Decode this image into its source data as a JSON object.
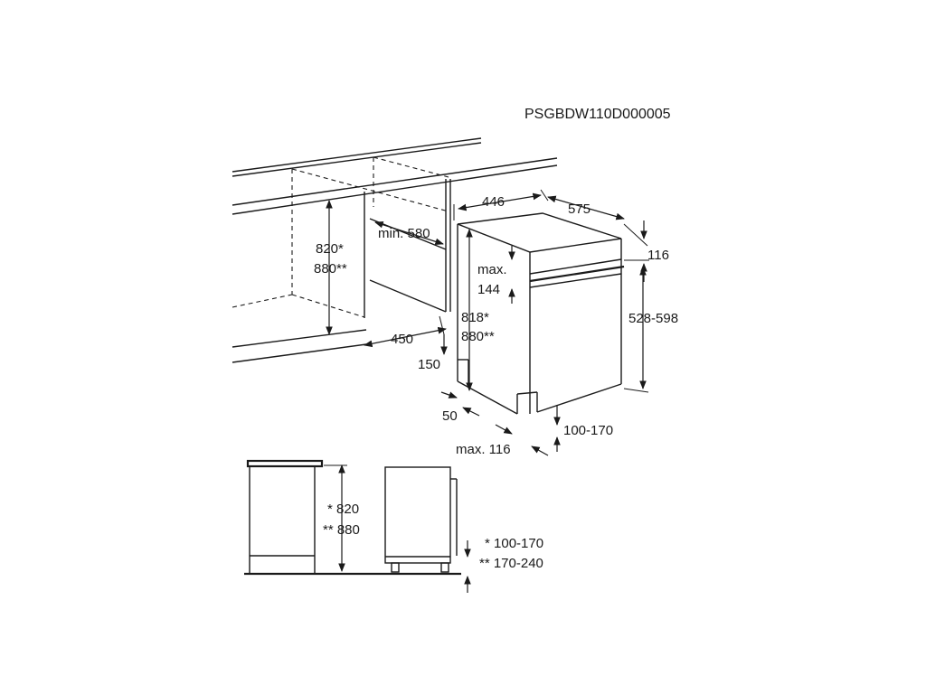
{
  "diagram": {
    "code": "PSGBDW110D000005",
    "labels": {
      "d446": "446",
      "d575": "575",
      "d116_top": "116",
      "min580": "min. 580",
      "h820": "820*",
      "h880": "880**",
      "max": "max.",
      "d144": "144",
      "h818": "818*",
      "h880_b": "880**",
      "r528598": "528-598",
      "d450": "450",
      "d150": "150",
      "d50": "50",
      "r100170": "100-170",
      "max116": "max. 116",
      "s820": "* 820",
      "s880": "** 880",
      "s100170": "* 100-170",
      "s170240": "** 170-240"
    }
  }
}
